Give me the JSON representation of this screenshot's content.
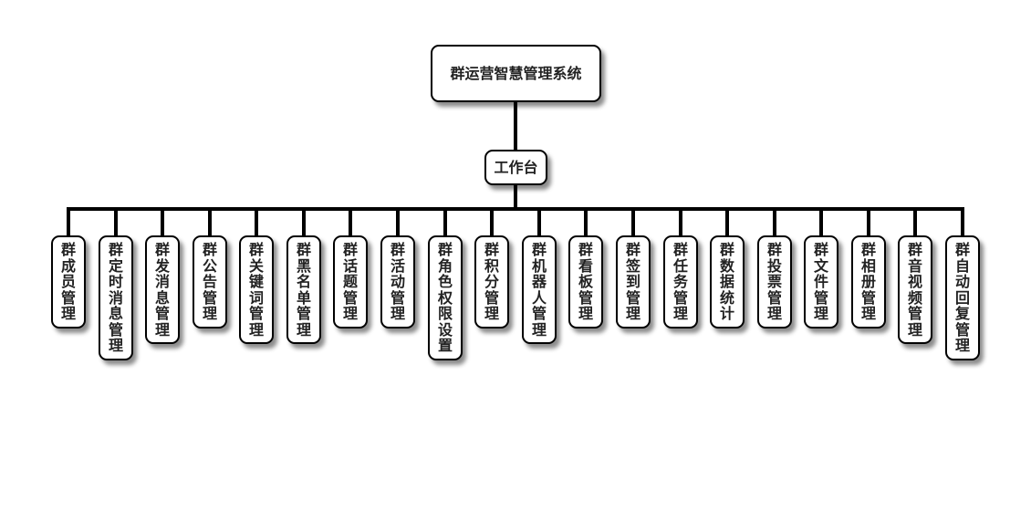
{
  "diagram": {
    "root": {
      "label": "群运营智慧管理系统"
    },
    "hub": {
      "label": "工作台"
    },
    "children": [
      {
        "label": "群成员管理"
      },
      {
        "label": "群定时消息管理"
      },
      {
        "label": "群发消息管理"
      },
      {
        "label": "群公告管理"
      },
      {
        "label": "群关键词管理"
      },
      {
        "label": "群黑名单管理"
      },
      {
        "label": "群话题管理"
      },
      {
        "label": "群活动管理"
      },
      {
        "label": "群角色权限设置"
      },
      {
        "label": "群积分管理"
      },
      {
        "label": "群机器人管理"
      },
      {
        "label": "群看板管理"
      },
      {
        "label": "群签到管理"
      },
      {
        "label": "群任务管理"
      },
      {
        "label": "群数据统计"
      },
      {
        "label": "群投票管理"
      },
      {
        "label": "群文件管理"
      },
      {
        "label": "群相册管理"
      },
      {
        "label": "群音视频管理"
      },
      {
        "label": "群自动回复管理"
      }
    ]
  },
  "colors": {
    "line": "#000000",
    "node_border": "#000000",
    "node_fill": "#ffffff",
    "text": "#222222"
  }
}
